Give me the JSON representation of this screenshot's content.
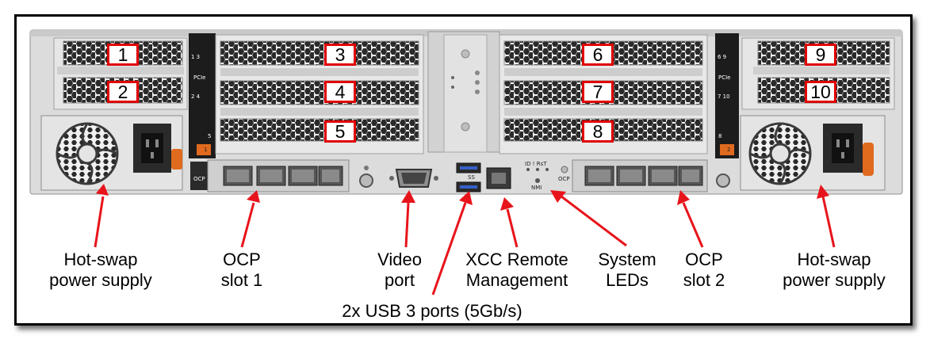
{
  "slots": [
    "1",
    "2",
    "3",
    "4",
    "5",
    "6",
    "7",
    "8",
    "9",
    "10"
  ],
  "callouts": {
    "psu_left": [
      "Hot-swap",
      "power supply"
    ],
    "ocp1": [
      "OCP",
      "slot 1"
    ],
    "video": [
      "Video",
      "port"
    ],
    "xcc": [
      "XCC Remote",
      "Management"
    ],
    "leds": [
      "System",
      "LEDs"
    ],
    "ocp2": [
      "OCP",
      "slot 2"
    ],
    "psu_right": [
      "Hot-swap",
      "power supply"
    ],
    "usb": "2x USB 3 ports (5Gb/s)"
  },
  "panel_text": {
    "riser_left_top": "1  3",
    "riser_left_pcie": "PCIe",
    "riser_left_mid": "2  4",
    "riser_left_bot": "5",
    "riser_left_tag": "1",
    "riser_right_top": "6  9",
    "riser_right_pcie": "PCIe",
    "riser_right_mid": "7  10",
    "riser_right_bot": "8",
    "riser_right_tag": "2",
    "ocp_tab": "OCP",
    "led_labels": "ID  !  RsT",
    "nmi": "NMI",
    "ocp_tab2": "OCP",
    "usb_tag": "SS"
  },
  "colors": {
    "callout_red": "#e8141b",
    "slot_border": "#e00000",
    "handle_orange": "#e06a1e"
  }
}
